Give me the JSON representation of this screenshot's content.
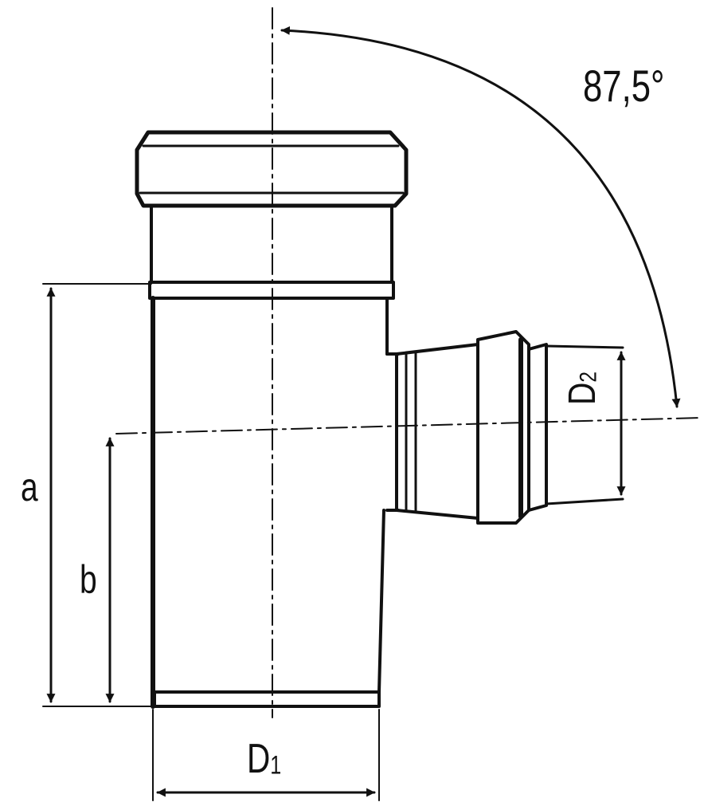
{
  "labels": {
    "angle": "87,5°",
    "height_a": "a",
    "height_b": "b",
    "main_diameter_letter": "D",
    "main_diameter_index": "1",
    "branch_diameter_letter": "D",
    "branch_diameter_index": "2"
  },
  "colors": {
    "line": "#111111",
    "background": "#ffffff"
  }
}
